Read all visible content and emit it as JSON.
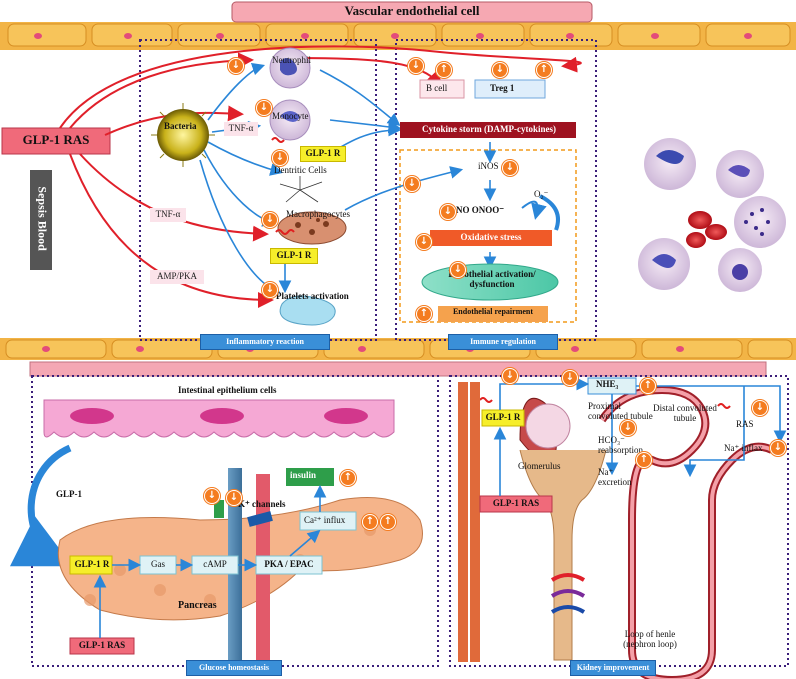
{
  "top_banner": "Vascular endothelial cell",
  "glp1_ras_main": "GLP-1 RAS",
  "sepsis_blood": "Sepsis Blood",
  "inflammatory": {
    "bacteria": "Bacteria",
    "tnf_alpha_1": "TNF-α",
    "tnf_alpha_2": "TNF-α",
    "amp_pka": "AMP/PKA",
    "neutrophil": "Neutrophil",
    "monocyte": "Monocyte",
    "glp1r_1": "GLP-1 R",
    "glp1r_2": "GLP-1 R",
    "dendritic": "Dentritic Cells",
    "macrophages": "Macrophagocytes",
    "platelets": "Platelets activation",
    "section_label": "Inflammatory reaction"
  },
  "immune": {
    "b_cell": "B cell",
    "treg": "Treg 1",
    "cytokine": "Cytokine storm  (DAMP-cytokines)",
    "inos": "iNOS",
    "o2": "O₂⁻",
    "no_onoo": "NO ONOO⁻",
    "oxidative": "Oxidative stress",
    "endothelial": "Endothelial activation/ dysfunction",
    "repairment": "Endothelial repairment",
    "section_label": "Immune regulation"
  },
  "glucose": {
    "intestinal": "Intestinal epithelium cells",
    "glp1": "GLP-1",
    "glp1r": "GLP-1 R",
    "gas": "Gas",
    "camp": "cAMP",
    "pka_epac": "PKA / EPAC",
    "k_channels": "K⁺ channels",
    "insulin": "insulin",
    "ca_influx": "Ca²⁺ influx",
    "pancreas": "Pancreas",
    "glp1_ras": "GLP-1 RAS",
    "section_label": "Glucose homeostasis"
  },
  "kidney": {
    "nhe3": "NHE₃",
    "glp1r": "GLP-1 R",
    "proximal": "Proximal convoluted tubule",
    "distal": "Distal convoluted tubule",
    "ras": "RAS",
    "na_inflax": "Na⁺ inflax",
    "hco3": "HCO₃⁻ reabsorption",
    "glomerulus": "Glomerulus",
    "na_excretion": "Na⁺ excretion",
    "glp1_ras": "GLP-1 RAS",
    "loop": "Loop of henle (nephron loop)",
    "section_label": "Kidney improvement"
  }
}
